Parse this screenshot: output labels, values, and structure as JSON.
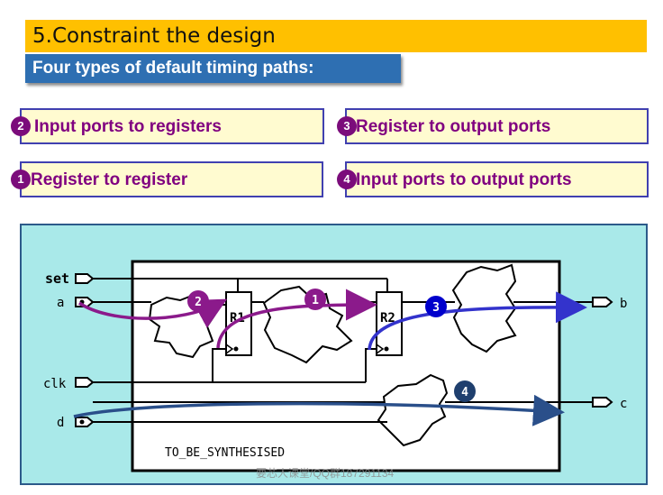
{
  "title": "5.Constraint the design",
  "subtitle": "Four types of default timing paths:",
  "paths": [
    {
      "number": "2",
      "label": "Input ports to registers"
    },
    {
      "number": "3",
      "label": "Register to output ports"
    },
    {
      "number": "1",
      "label": "Register to register"
    },
    {
      "number": "4",
      "label": "Input ports to output ports"
    }
  ],
  "diagram": {
    "ports": {
      "set": "set",
      "a": "a",
      "clk": "clk",
      "d": "d",
      "b": "b",
      "c": "c"
    },
    "registers": {
      "r1": "R1",
      "r2": "R2"
    },
    "block_name": "TO_BE_SYNTHESISED",
    "markers": [
      "2",
      "1",
      "3",
      "4"
    ],
    "colors": {
      "path_purple": "#8b1a8b",
      "path_blue": "#3333cc",
      "path_navy": "#2a4f8a"
    }
  },
  "watermark": "要芯人课堂/QQ群187291134"
}
